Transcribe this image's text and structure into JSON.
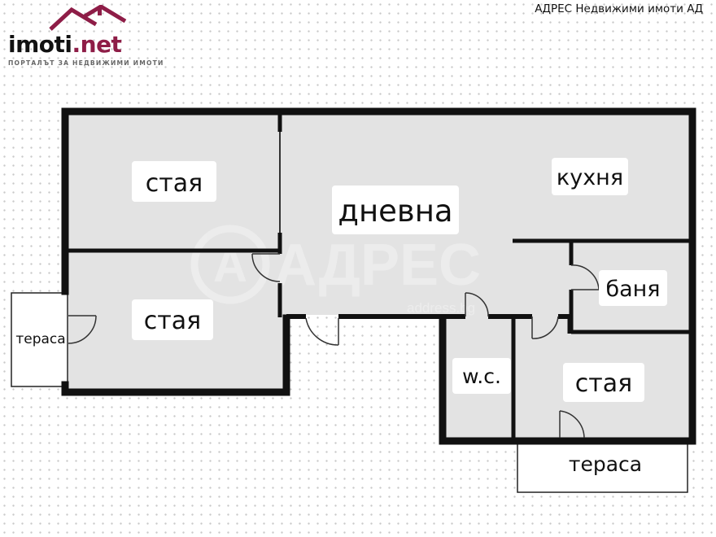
{
  "logo": {
    "brand": "imoti",
    "tld": ".net",
    "tagline": "ПОРТАЛЪТ ЗА НЕДВИЖИМИ ИМОТИ",
    "accent_color": "#8e1d47"
  },
  "agency_name": "АДРЕС Недвижими имоти АД",
  "watermark": {
    "text": "АДРЕС",
    "subtext": "address.bg"
  },
  "rooms": {
    "room_top_left": "стая",
    "living_room": "дневна",
    "kitchen": "кухня",
    "bathroom": "баня",
    "room_bottom_left": "стая",
    "wc": "w.c.",
    "room_bottom_right": "стая",
    "terrace_left": "тераса",
    "terrace_bottom": "тераса"
  },
  "colors": {
    "wall": "#111111",
    "floor": "#e3e3e3",
    "label_bg": "#ffffff"
  }
}
